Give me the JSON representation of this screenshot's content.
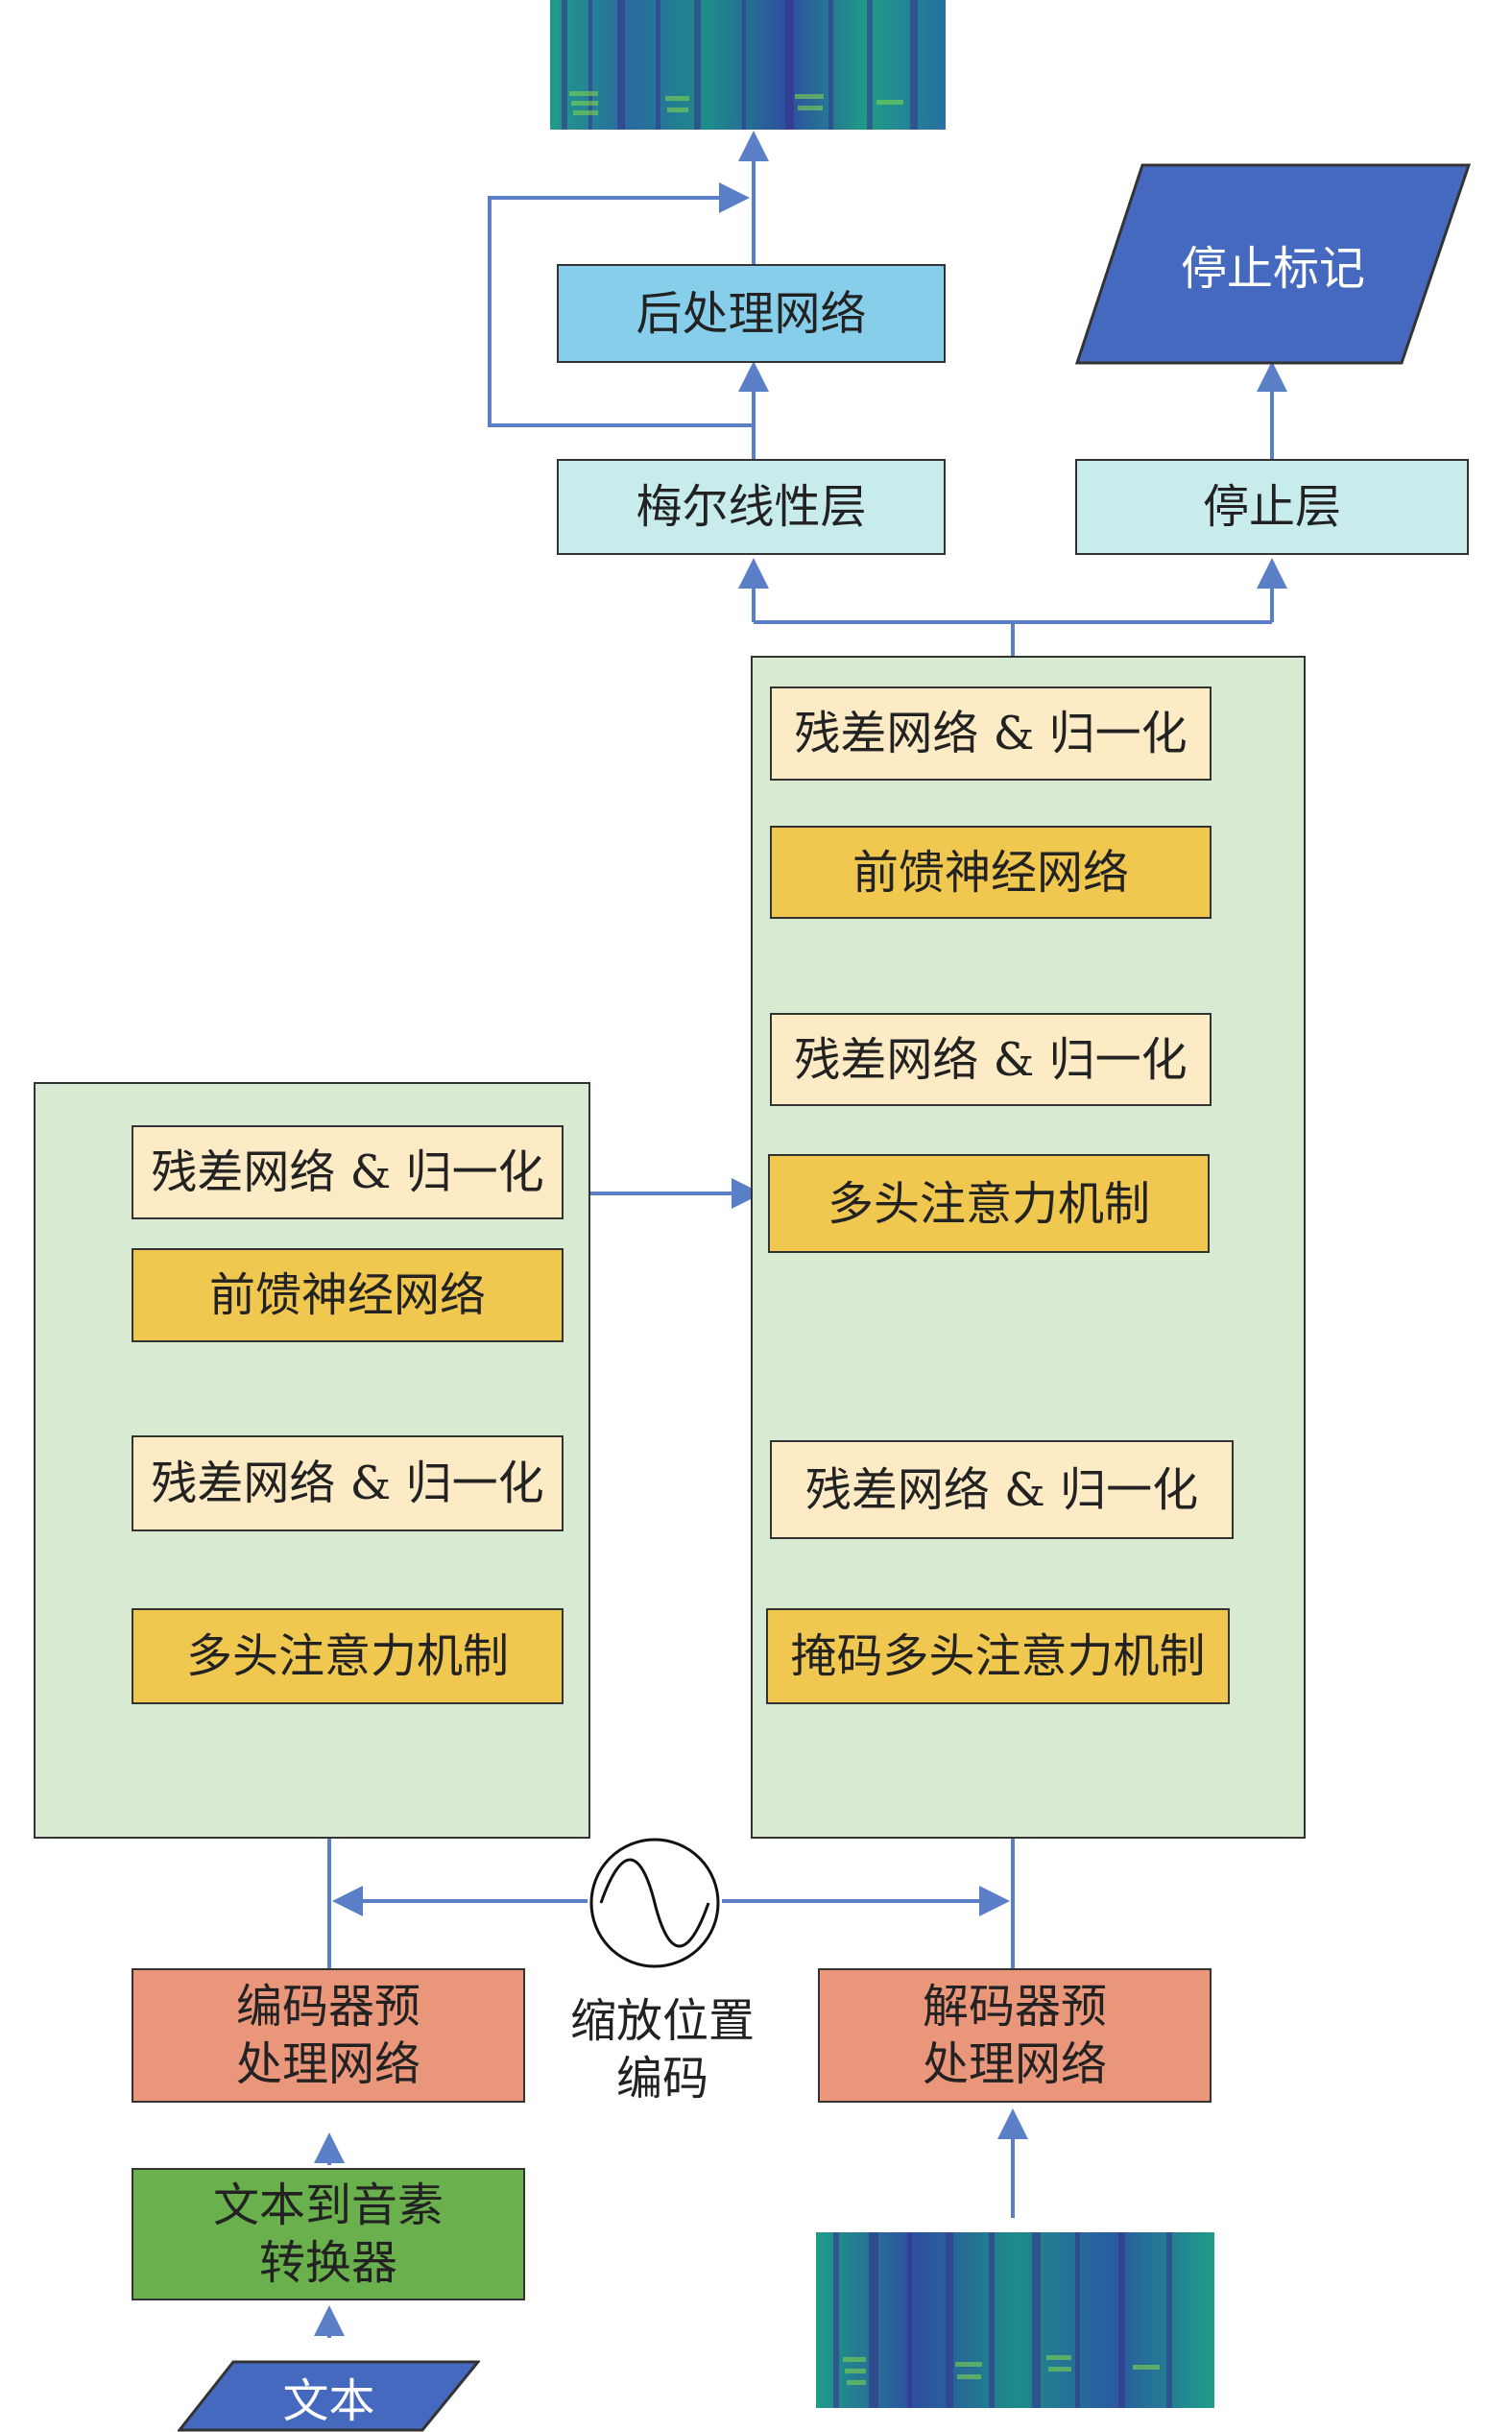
{
  "colors": {
    "arrow": "#5b7fc7",
    "panel_bg": "#d9ead3",
    "residual_bg": "#fdebc5",
    "attention_bg": "#f0c850",
    "prenet_bg": "#e9967a",
    "g2p_bg": "#6ab04c",
    "postnet_bg": "#87ceeb",
    "linear_bg": "#c8ecec",
    "blue_shape": "#4669c0"
  },
  "encoder": {
    "residual_top": "残差网络 & 归一化",
    "feed_forward": "前馈神经网络",
    "residual_bottom": "残差网络 & 归一化",
    "multi_head_attention": "多头注意力机制"
  },
  "decoder": {
    "residual_top": "残差网络 & 归一化",
    "feed_forward": "前馈神经网络",
    "residual_middle": "残差网络 & 归一化",
    "multi_head_attention": "多头注意力机制",
    "residual_bottom": "残差网络 & 归一化",
    "masked_attention": "掩码多头注意力机制"
  },
  "output": {
    "post_net": "后处理网络",
    "mel_linear": "梅尔线性层",
    "stop_linear": "停止层",
    "stop_token": "停止标记"
  },
  "input": {
    "encoder_prenet": [
      "编码器预",
      "处理网络"
    ],
    "decoder_prenet": [
      "解码器预",
      "处理网络"
    ],
    "g2p": [
      "文本到音素",
      "转换器"
    ],
    "text": "文本",
    "positional_encoding": [
      "缩放位置",
      "编码"
    ]
  },
  "icons": {
    "mel_output": "spectrogram-image",
    "mel_input": "spectrogram-image",
    "positional": "sine-wave-icon"
  }
}
